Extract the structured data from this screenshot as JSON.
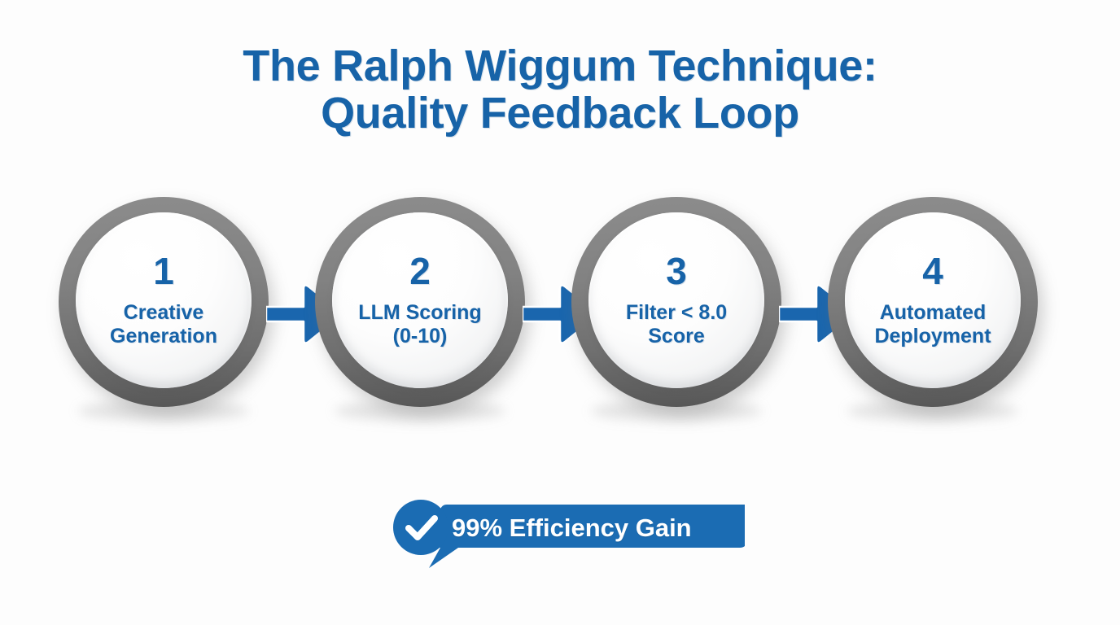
{
  "title": {
    "line1": "The Ralph Wiggum Technique:",
    "line2": "Quality Feedback Loop"
  },
  "colors": {
    "brand_blue": "#1763a8",
    "arrow_blue": "#1a66ae",
    "ring_gray": "#7f7f7f",
    "background": "#fdfdfd",
    "badge_blue": "#1b6cb3",
    "text_white": "#ffffff"
  },
  "steps": [
    {
      "number": "1",
      "label": "Creative\nGeneration"
    },
    {
      "number": "2",
      "label": "LLM Scoring\n(0-10)"
    },
    {
      "number": "3",
      "label": "Filter < 8.0\nScore"
    },
    {
      "number": "4",
      "label": "Automated\nDeployment"
    }
  ],
  "arrows": [
    {
      "name": "arrow-step1-to-step2",
      "icon": "arrow-right-icon"
    },
    {
      "name": "arrow-step2-to-step3",
      "icon": "arrow-right-icon"
    },
    {
      "name": "arrow-step3-to-step4",
      "icon": "arrow-right-icon"
    }
  ],
  "badge": {
    "icon": "check-circle-icon",
    "text": "99% Efficiency Gain"
  }
}
